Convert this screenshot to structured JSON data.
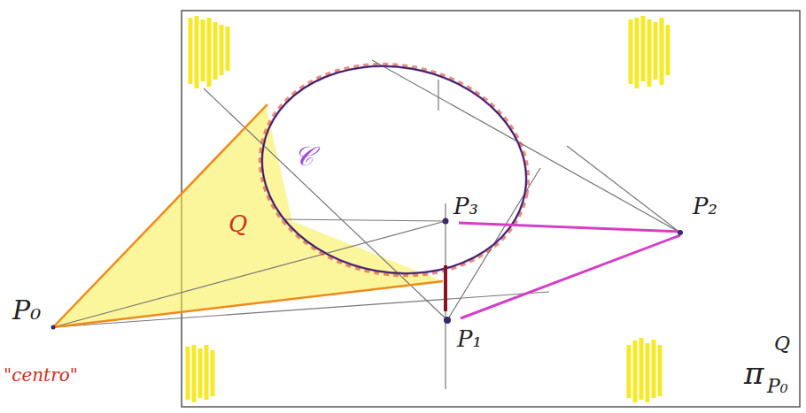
{
  "diagram": {
    "labels": [
      "P₀",
      "\"centro\"",
      "Q",
      "𝒞",
      "P₃",
      "P₂",
      "P₁",
      "π",
      "Q",
      "P₀"
    ]
  }
}
